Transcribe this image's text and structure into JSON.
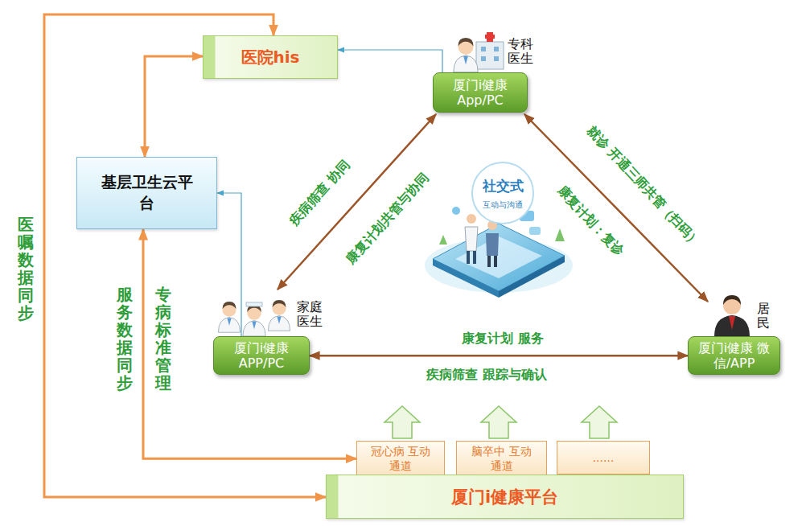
{
  "diagram": {
    "nodes": [
      {
        "text": [
          "医院his"
        ]
      },
      {
        "text": [
          "基层卫生云平台"
        ]
      },
      {
        "text": [
          "专科医生",
          "厦门i健康 App/PC"
        ]
      },
      {
        "text": [
          "家庭医生",
          "厦门i健康 APP/PC"
        ]
      },
      {
        "text": [
          "居民",
          "厦门i健康 微信/APP"
        ]
      },
      {
        "text": [
          "冠心病 互动通道"
        ]
      },
      {
        "text": [
          "脑卒中 互动通道"
        ]
      },
      {
        "text": [
          "......"
        ]
      },
      {
        "text": [
          "厦门i健康平台"
        ]
      }
    ],
    "edges": [
      {
        "from": 0,
        "to": 1,
        "arrow": "both"
      },
      {
        "from": 8,
        "to": 0,
        "arrow": "both",
        "label": "医嘱 数据同步"
      },
      {
        "from": 1,
        "to": 5,
        "arrow": "both",
        "label": "服务 数据同步"
      },
      {
        "from": 2,
        "to": 0,
        "arrow": "to"
      },
      {
        "from": 3,
        "to": 1,
        "arrow": "to"
      },
      {
        "from": 2,
        "to": 3,
        "arrow": "both",
        "label": "疾病筛查 协同"
      },
      {
        "from": 2,
        "to": 4,
        "arrow": "both",
        "label": "就诊 开通三师共管（扫码）"
      },
      {
        "from": 3,
        "to": 4,
        "arrow": "both",
        "label": "康复计划 服务"
      }
    ],
    "labels": [
      "社交式",
      "互动与沟通",
      "康复计划共管与协同",
      "康复计划：复诊",
      "疾病筛查 跟踪与确认",
      "专病 标准管理"
    ]
  }
}
